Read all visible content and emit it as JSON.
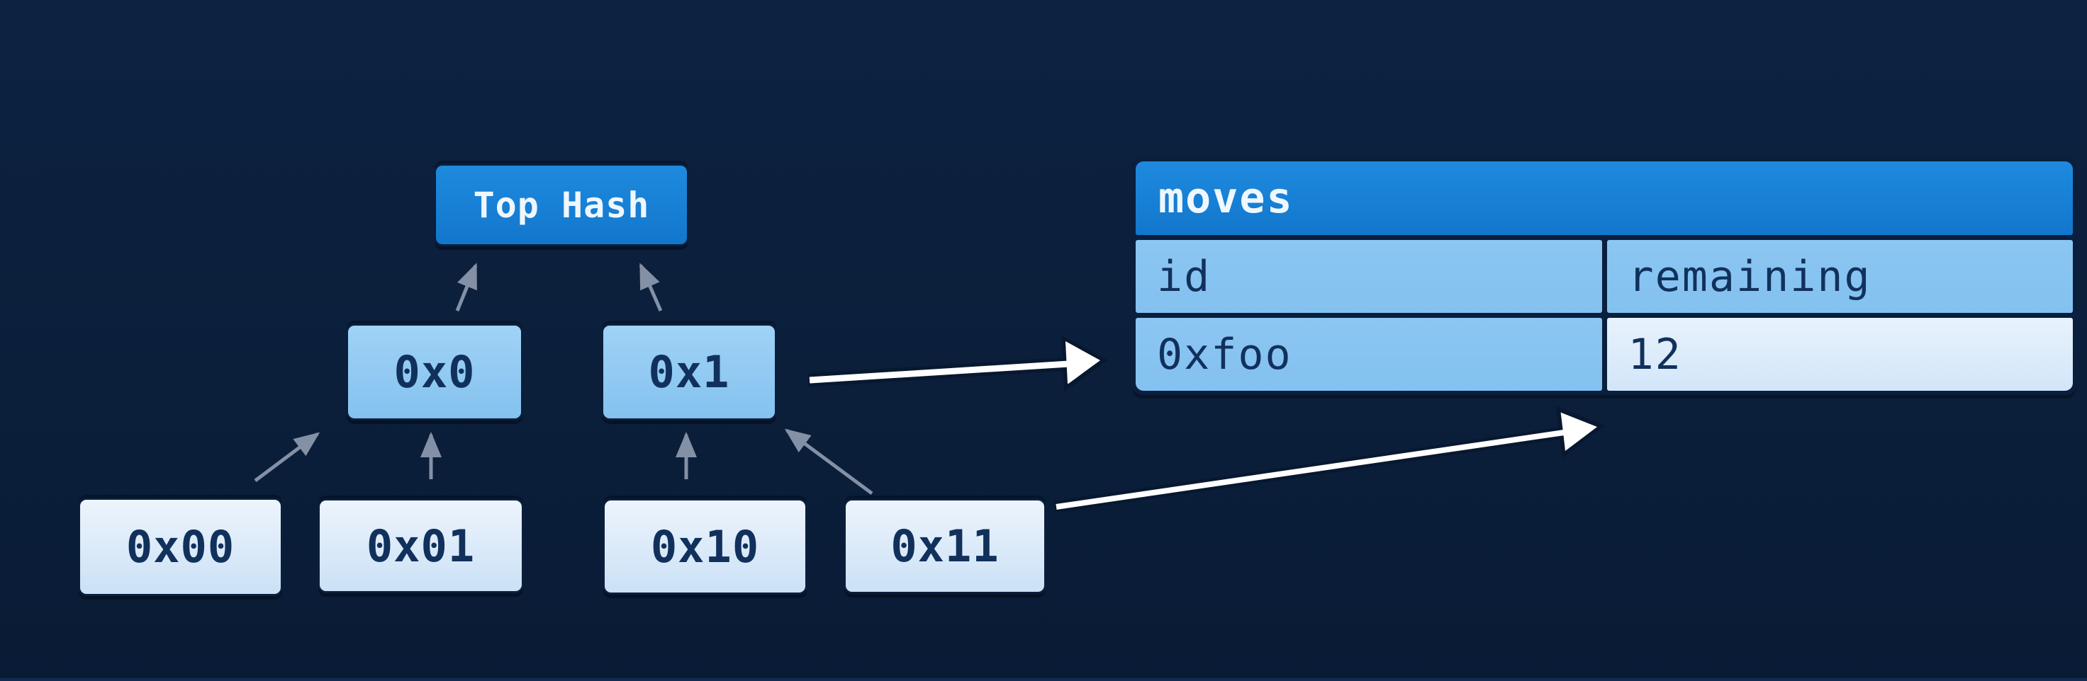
{
  "tree": {
    "root": {
      "label": "Top Hash"
    },
    "internal": [
      {
        "label": "0x0"
      },
      {
        "label": "0x1"
      }
    ],
    "leaves": [
      {
        "label": "0x00"
      },
      {
        "label": "0x01"
      },
      {
        "label": "0x10"
      },
      {
        "label": "0x11"
      }
    ]
  },
  "table": {
    "title": "moves",
    "columns": [
      {
        "label": "id"
      },
      {
        "label": "remaining"
      }
    ],
    "rows": [
      {
        "id": "0xfoo",
        "remaining": "12"
      }
    ]
  },
  "colors": {
    "bg_top": "#0d2241",
    "bg_mid": "#0b1f3b",
    "bg_bottom": "#091b35",
    "accent_top": "#1e8ade",
    "accent_bottom": "#1277cc",
    "node_mid_top": "#a0d2f6",
    "node_mid_bottom": "#84c2ef",
    "leaf_top": "#edf4fc",
    "leaf_bottom": "#cbe1f6",
    "cell_top": "#8cc6f2",
    "cell_bottom": "#83c1f0",
    "cell_light_top": "#e8f2fc",
    "cell_light_bottom": "#d2e6f9",
    "ink": "#11315c",
    "text_light": "#eff7fe",
    "border_dark": "#0a1f3d",
    "arrow_gray": "#8390a6",
    "arrow_white": "#ffffff",
    "arrow_casing": "#071830"
  }
}
